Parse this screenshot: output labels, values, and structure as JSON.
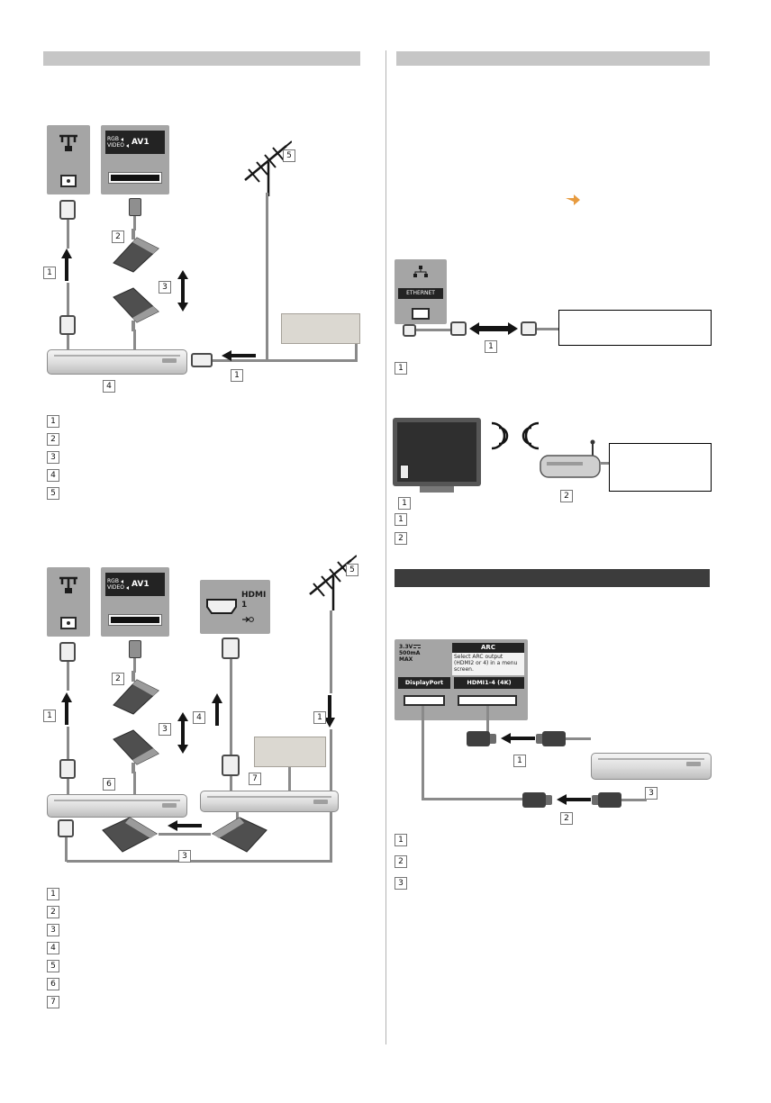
{
  "badges": {
    "n1": "1",
    "n2": "2",
    "n3": "3",
    "n4": "4",
    "n5": "5",
    "n6": "6",
    "n7": "7"
  },
  "terminals": {
    "av1": {
      "rgb": "RGB",
      "video": "VIDEO",
      "name": "AV1"
    },
    "hdmi1": {
      "name": "HDMI",
      "number": "1"
    },
    "ethernet": {
      "name": "ETHERNET"
    },
    "panel": {
      "voltage": "3.3V",
      "current": "500mA",
      "max": "MAX",
      "arc_title": "ARC",
      "arc_note": "Select ARC output (HDMI2 or 4) in a menu screen.",
      "displayport": "DisplayPort",
      "hdmi4k": "HDMI1-4 (4K)"
    }
  },
  "colors": {
    "accent_arrow": "#e79b3f",
    "header_bar": "#c6c6c6",
    "dark_bar": "#3c3c3c"
  }
}
